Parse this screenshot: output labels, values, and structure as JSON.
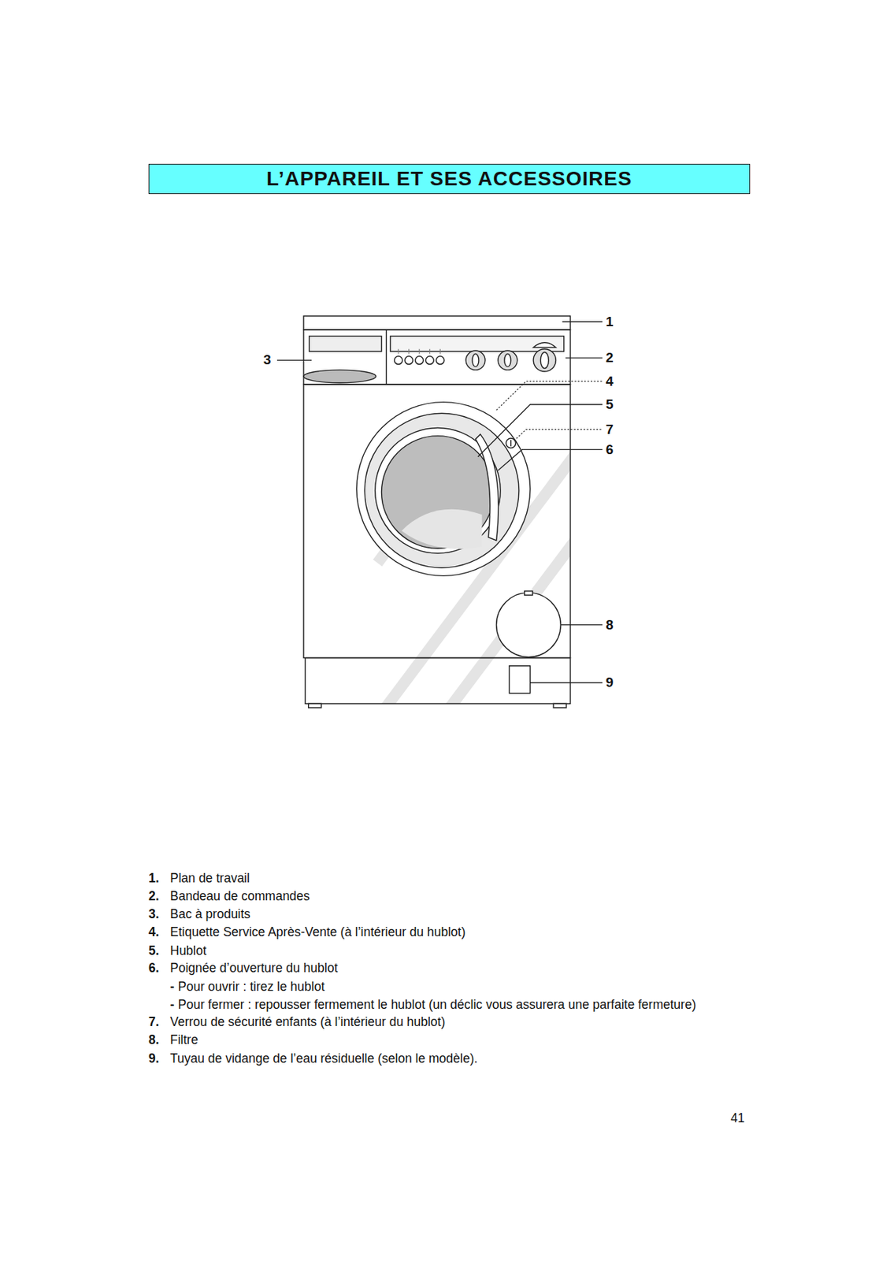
{
  "diagram": {
    "title": "L’APPAREIL ET SES ACCESSOIRES",
    "labels": [
      "1",
      "2",
      "3",
      "4",
      "5",
      "7",
      "6",
      "8",
      "9",
      "1.",
      "Plan de travail",
      "2.",
      "Bandeau de commandes",
      "3.",
      "Bac à produits",
      "4.",
      "Etiquette Service Après-Vente (à l’intérieur du hublot)",
      "5.",
      "Hublot",
      "6.",
      "Poignée d’ouverture du hublot",
      "-",
      "Pour ouvrir : tirez le hublot",
      "-",
      "Pour fermer : repousser fermement le hublot (un déclic vous assurera une parfaite fermeture)",
      "7.",
      "Verrou de sécurité enfants (à l’intérieur du hublot)",
      "8.",
      "Filtre",
      "9.",
      "Tuyau de vidange de l’eau résiduelle (selon le modèle).",
      "41"
    ]
  }
}
